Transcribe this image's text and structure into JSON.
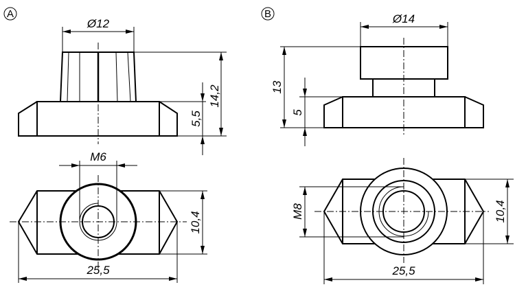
{
  "variant_a": {
    "label": "A",
    "side_view": {
      "diameter": "Ø12",
      "total_height": "14,2",
      "base_height": "5,5"
    },
    "top_view": {
      "thread": "M6",
      "width": "10,4",
      "length": "25,5"
    }
  },
  "variant_b": {
    "label": "B",
    "side_view": {
      "diameter": "Ø14",
      "total_height": "13",
      "base_height": "5"
    },
    "top_view": {
      "thread": "M8",
      "width": "10,4",
      "length": "25,5"
    }
  }
}
